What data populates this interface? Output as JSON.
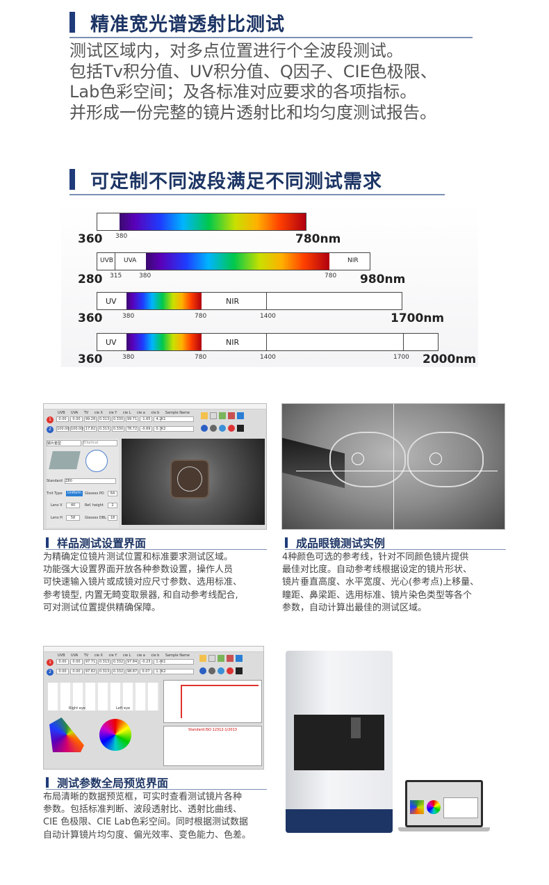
{
  "section1": {
    "title": "精准宽光谱透射比测试",
    "lines": [
      "测试区域内，对多点位置进行个全波段测试。",
      "包括Tv积分值、UV积分值、Q因子、CIE色极限、",
      "Lab色彩空间；及各标准对应要求的各项指标。",
      "并形成一份完整的镜片透射比和均匀度测试报告。"
    ]
  },
  "section2": {
    "title": "可定制不同波段满足不同测试需求"
  },
  "spectra": [
    {
      "start": "360",
      "end": "780nm",
      "marks": [
        "380"
      ]
    },
    {
      "start": "280",
      "end": "980nm",
      "marks": [
        "315",
        "380",
        "780"
      ],
      "regions": [
        "UVB",
        "UVA",
        "NIR"
      ]
    },
    {
      "start": "360",
      "end": "1700nm",
      "marks": [
        "380",
        "780",
        "1400"
      ],
      "regions": [
        "UV",
        "NIR"
      ]
    },
    {
      "start": "360",
      "end": "2000nm",
      "marks": [
        "380",
        "780",
        "1400",
        "1700"
      ],
      "regions": [
        "UV",
        "NIR"
      ]
    }
  ],
  "cards": [
    {
      "title": "样品测试设置界面",
      "lines": [
        "为精确定位镜片测试位置和标准要求测试区域。",
        "功能强大设置界面开放各种参数设置，操作人员",
        "可快速输入镜片或成镜对应尺寸参数、选用标准、",
        "参考镜型, 内置无畸变取景器, 和自动参考线配合,",
        "可对测试位置提供精确保障。"
      ]
    },
    {
      "title": "成品眼镜测试实例",
      "lines": [
        "4种颜色可选的参考线，针对不同颜色镜片提供",
        "最佳对比度。自动参考线根据设定的镜片形状、",
        "镜片垂直高度、水平宽度、光心(参考点)上移量、",
        "瞳距、鼻梁距、选用标准、镜片染色类型等各个",
        "参数，自动计算出最佳的测试区域。"
      ]
    },
    {
      "title": "测试参数全局预览界面",
      "lines": [
        "布局清晰的数据预览框，可实时查看测试镜片各种",
        "参数。包括标准判断、波段透射比、透射比曲线、",
        "CIE 色极限、CIE Lab色彩空间。同时根据测试数据",
        "自动计算镜片均匀度、偏光效率、变色能力、色差。"
      ]
    }
  ],
  "ui_shot1": {
    "columns": [
      "UVB",
      "UVA",
      "TV",
      "cie X",
      "cie Y",
      "cie L",
      "cie a",
      "cie b",
      "Sample Name"
    ],
    "row1": [
      "0.00",
      "0.00",
      "99.28",
      "0.313",
      "0.330",
      "99.71",
      "-1.65",
      "4.27"
    ],
    "row2": [
      "100.00",
      "100.00",
      "17.82",
      "0.313",
      "0.330",
      "78.72",
      "-0.69",
      "0.31"
    ],
    "row_ids": [
      "1",
      "2"
    ],
    "sample_ids": [
      "K1",
      "K2"
    ],
    "tabs": [
      "镜片套型",
      "Elliptical"
    ],
    "standard_label": "Standard",
    "standard_value": "Z80",
    "tint_label": "Tnit Type",
    "tint_value": "Uniform",
    "pd_label": "Glasses PD",
    "pd_value": "64",
    "lens_v_label": "Lens  V",
    "lens_v_value": "40",
    "ref_label": "Ref. height",
    "ref_value": "2",
    "lens_h_label": "Lens  H",
    "lens_h_value": "58",
    "dbl_label": "Glasses DBL",
    "dbl_value": "18"
  },
  "ui_shot3": {
    "columns": [
      "UVB",
      "UVA",
      "TV",
      "cie X",
      "cie Y",
      "cie L",
      "cie a",
      "cie b",
      "Sample Name"
    ],
    "row1": [
      "0.00",
      "0.00",
      "97.71",
      "0.313",
      "0.332",
      "97.84",
      "-0.23",
      "1.47"
    ],
    "row2": [
      "0.00",
      "0.00",
      "97.82",
      "0.313",
      "0.332",
      "98.87",
      "0.07",
      "1.34"
    ],
    "row_ids": [
      "1",
      "2"
    ],
    "sample_ids": [
      "K1",
      "K2"
    ],
    "eye_labels": [
      "Right eye",
      "Left eye"
    ],
    "report_title": "Standard:ISO 12312-1/2013"
  },
  "colors": {
    "heading_bar": "#1f3b7a",
    "heading_text": "#1d3564",
    "ui_red_button": "#e0332c",
    "ui_blue_button": "#2a5fc4"
  }
}
